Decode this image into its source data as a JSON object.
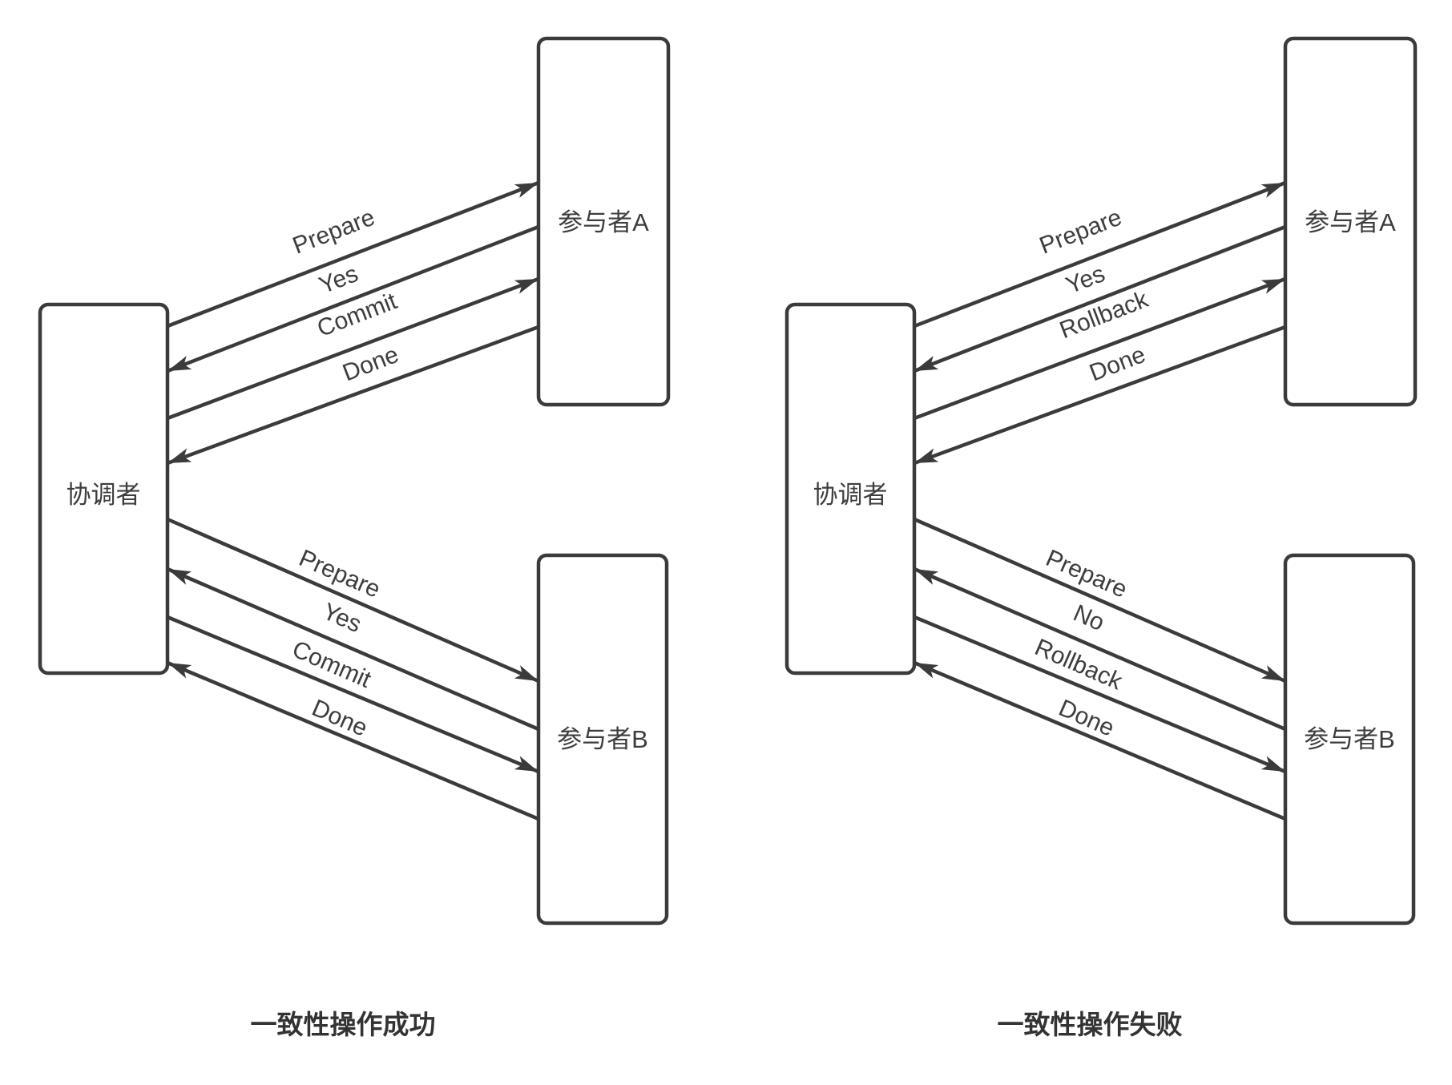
{
  "colors": {
    "line": "#3b3b3b",
    "box_border": "#3b3b3b",
    "label_text": "#3d3d3d",
    "caption_text": "#333333",
    "background": "#ffffff"
  },
  "diagrams": [
    {
      "caption": "一致性操作成功",
      "coordinator": "协调者",
      "participant_a": "参与者A",
      "participant_b": "参与者B",
      "exchange_a": [
        {
          "label": "Prepare",
          "direction": "coordinator-to-participant"
        },
        {
          "label": "Yes",
          "direction": "participant-to-coordinator"
        },
        {
          "label": "Commit",
          "direction": "coordinator-to-participant"
        },
        {
          "label": "Done",
          "direction": "participant-to-coordinator"
        }
      ],
      "exchange_b": [
        {
          "label": "Prepare",
          "direction": "coordinator-to-participant"
        },
        {
          "label": "Yes",
          "direction": "participant-to-coordinator"
        },
        {
          "label": "Commit",
          "direction": "coordinator-to-participant"
        },
        {
          "label": "Done",
          "direction": "participant-to-coordinator"
        }
      ]
    },
    {
      "caption": "一致性操作失败",
      "coordinator": "协调者",
      "participant_a": "参与者A",
      "participant_b": "参与者B",
      "exchange_a": [
        {
          "label": "Prepare",
          "direction": "coordinator-to-participant"
        },
        {
          "label": "Yes",
          "direction": "participant-to-coordinator"
        },
        {
          "label": "Rollback",
          "direction": "coordinator-to-participant"
        },
        {
          "label": "Done",
          "direction": "participant-to-coordinator"
        }
      ],
      "exchange_b": [
        {
          "label": "Prepare",
          "direction": "coordinator-to-participant"
        },
        {
          "label": "No",
          "direction": "participant-to-coordinator"
        },
        {
          "label": "Rollback",
          "direction": "coordinator-to-participant"
        },
        {
          "label": "Done",
          "direction": "participant-to-coordinator"
        }
      ]
    }
  ]
}
